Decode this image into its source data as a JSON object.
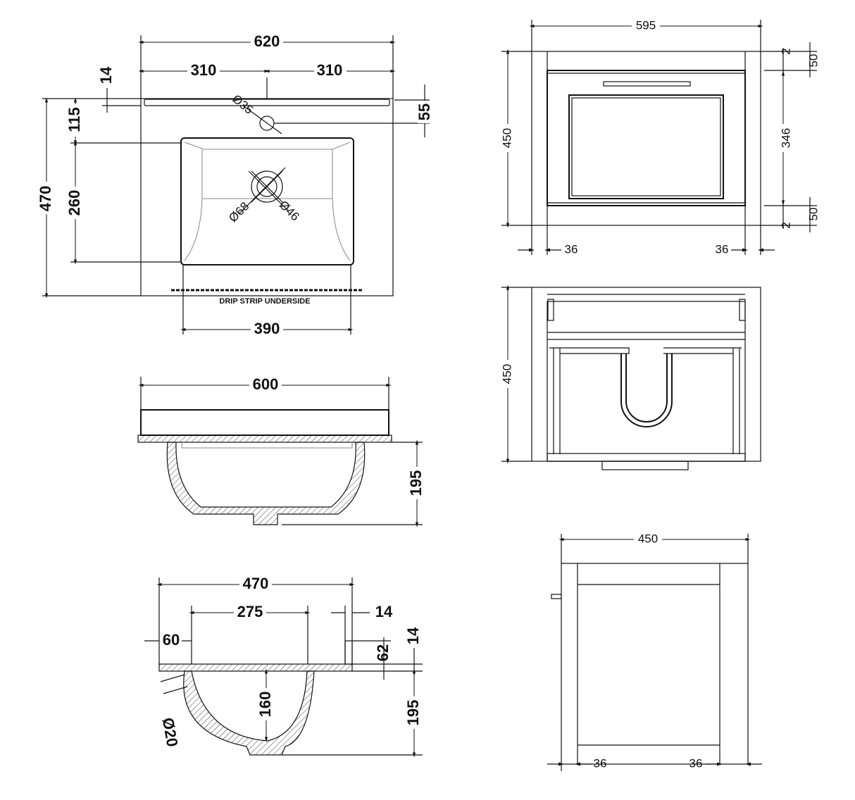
{
  "plan_view": {
    "width_total": "620",
    "half_left": "310",
    "half_right": "310",
    "ledge_depth": "14",
    "depth_total": "470",
    "basin_offset": "115",
    "basin_depth": "260",
    "tap_offset": "55",
    "tap_hole": "Ø35",
    "waste_outer": "Ø68",
    "waste_inner": "Ø46",
    "drip_strip_label": "DRIP STRIP UNDERSIDE",
    "basin_width": "390"
  },
  "front_section": {
    "width": "600",
    "bowl_height": "195"
  },
  "side_section": {
    "depth": "470",
    "bowl_inner": "275",
    "rim_thickness": "14",
    "front_offset": "60",
    "overflow_height": "62",
    "ledge_thickness": "14",
    "bowl_depth": "160",
    "bowl_height": "195",
    "overflow_diameter": "Ø20"
  },
  "cabinet_front": {
    "width": "595",
    "height": "450",
    "top_gap": "2",
    "top_rail": "50",
    "drawer_panel": "346",
    "bottom_rail": "50",
    "bottom_gap": "2",
    "left_stile": "36",
    "right_stile": "36"
  },
  "cabinet_open": {
    "height": "450"
  },
  "cabinet_side": {
    "depth": "450",
    "front_stile": "36",
    "back_stile": "36"
  }
}
